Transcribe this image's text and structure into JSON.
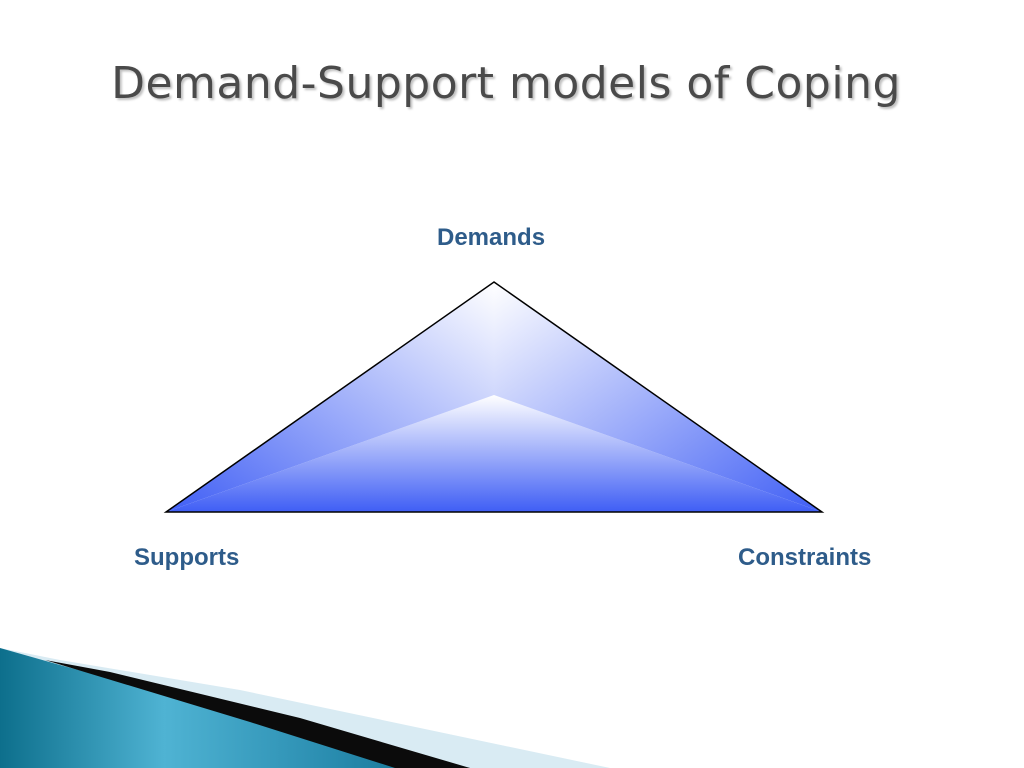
{
  "slide": {
    "title": "Demand-Support models of Coping"
  },
  "diagram": {
    "labels": {
      "top": "Demands",
      "left": "Supports",
      "right": "Constraints"
    },
    "label_color": "#2e5c8a",
    "fill_color": "#3f5ef5",
    "highlight_color": "#ffffff"
  }
}
